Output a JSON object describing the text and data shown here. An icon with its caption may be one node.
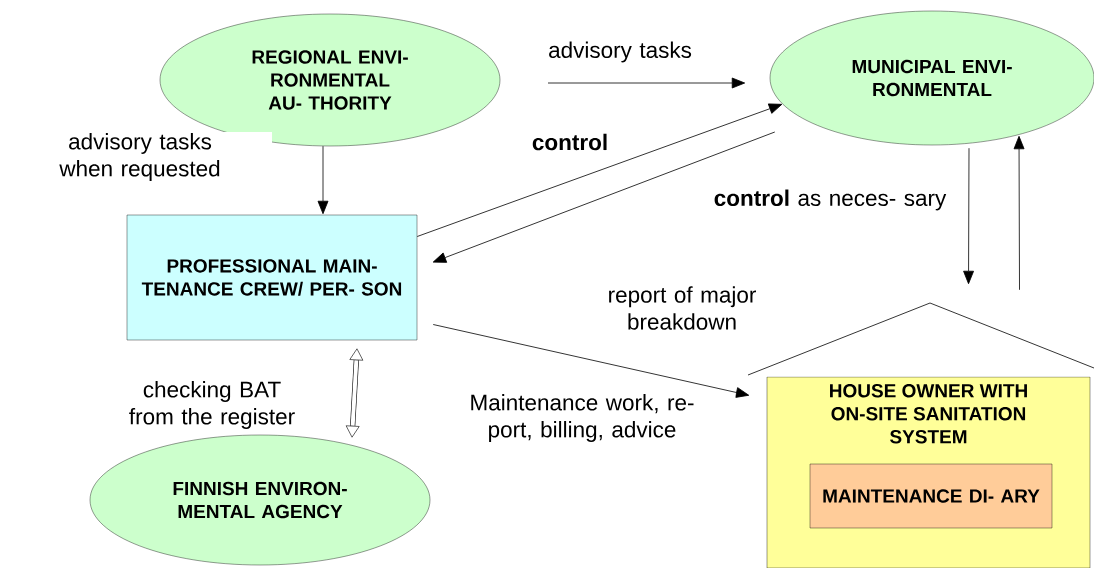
{
  "diagram": {
    "nodes": [
      {
        "text": [
          "REGIONAL ENVI- RONMENTAL AU- THORITY"
        ]
      },
      {
        "text": [
          "MUNICIPAL ENVI- RONMENTAL"
        ]
      },
      {
        "text": [
          "PROFESSIONAL MAIN- TENANCE CREW/ PER- SON"
        ]
      },
      {
        "text": [
          "FINNISH ENVIRON- MENTAL AGENCY"
        ]
      },
      {
        "text": [
          "HOUSE OWNER WITH ON-SITE SANITATION SYSTEM"
        ]
      },
      {
        "text": [
          "MAINTENANCE DI- ARY"
        ],
        "in": 4
      }
    ],
    "edges": [
      {
        "from": 0,
        "to": 2,
        "arrow": "to",
        "label": "advisory tasks when requested"
      },
      {
        "from": null,
        "to": 1,
        "arrow": "to",
        "label": "advisory tasks"
      },
      {
        "from": 2,
        "to": 1,
        "arrow": "to",
        "label": "control"
      },
      {
        "from": 1,
        "to": 2,
        "arrow": "to"
      },
      {
        "from": 1,
        "to": 4,
        "arrow": "to",
        "label": "**control** as neces- sary"
      },
      {
        "from": 4,
        "to": 1,
        "arrow": "to"
      },
      {
        "from": 2,
        "to": 4,
        "arrow": "to",
        "label": "Maintenance work, re- port, billing, advice"
      },
      {
        "from": 2,
        "to": 3,
        "arrow": "both",
        "style": "thick",
        "label": "checking BAT from the register"
      }
    ],
    "labels": [
      "report of major breakdown"
    ]
  }
}
